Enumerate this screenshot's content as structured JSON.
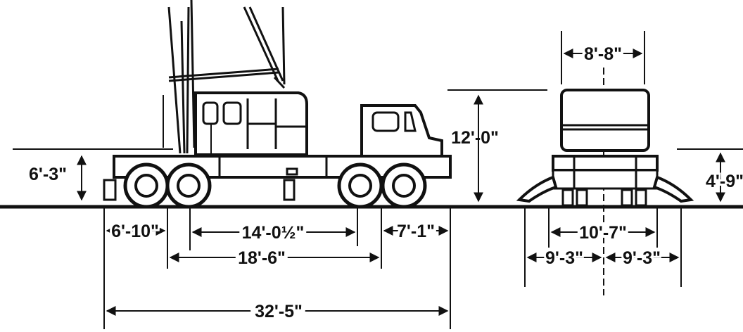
{
  "diagram": {
    "side_view": {
      "dimensions": {
        "loaded_height": "6'-3\"",
        "overall_height": "12'-0\"",
        "front_overhang": "6'-10\"",
        "axle_spacing": "14'-0½\"",
        "wheelbase": "18'-6\"",
        "rear_overhang": "7'-1\"",
        "overall_length": "32'-5\""
      }
    },
    "end_view": {
      "dimensions": {
        "upper_width": "8'-8\"",
        "height": "4'-9\"",
        "carrier_width": "10'-7\"",
        "outrigger_left": "9'-3\"",
        "outrigger_right": "9'-3\""
      }
    }
  }
}
